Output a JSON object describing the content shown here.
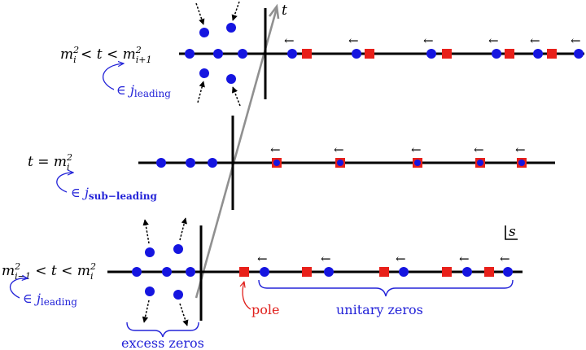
{
  "labels": {
    "top_condition": {
      "m": "m",
      "i": "i",
      "two": "2",
      "lt": " < ",
      "t": "t",
      "i_plus_1": "i+1"
    },
    "middle_condition": {
      "t": "t",
      "eq": " = ",
      "m": "m",
      "i": "i",
      "two": "2"
    },
    "bottom_condition": {
      "m": "m",
      "i_minus_1": "i−1",
      "i": "i",
      "two": "2",
      "lt": " < ",
      "t": "t"
    },
    "top_membership": {
      "in": "∈ ",
      "j": "j",
      "sub": "leading"
    },
    "middle_membership": {
      "in": "∈ ",
      "j": "j",
      "sub": "sub−leading"
    },
    "bottom_membership": {
      "in": "∈ ",
      "j": "j",
      "sub": "leading"
    },
    "t_axis": "t",
    "s_marker": "s",
    "pole": "pole",
    "unitary_zeros": "unitary zeros",
    "excess_zeros": "excess zeros",
    "arrow_glyph": "←"
  },
  "colors": {
    "zero": "#1515e0",
    "pole": "#e8201a",
    "axis": "#000000",
    "t_arrow": "#909090",
    "annotation": "#2323d8"
  }
}
